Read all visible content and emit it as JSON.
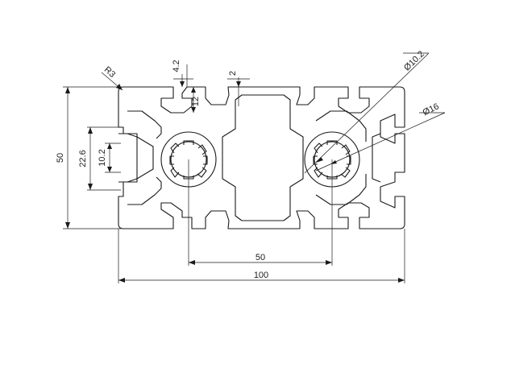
{
  "drawing": {
    "dimensions": {
      "overall_width": "100",
      "overall_height": "50",
      "bore_spacing": "50",
      "inner_slot_height": "22.6",
      "slot_opening": "10.2",
      "slot_depth": "12",
      "lip_thickness": "4.2",
      "wall_thickness": "2",
      "corner_radius": "R3",
      "bore_diameter": "Ø10.2",
      "outer_diameter": "Ø16"
    }
  }
}
